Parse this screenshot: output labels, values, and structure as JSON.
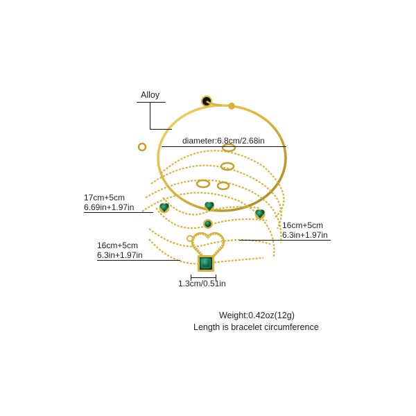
{
  "image": {
    "subject": "bracelet-set",
    "colors": {
      "gold": "#d9b23c",
      "gold_dark": "#b8901f",
      "emerald": "#0d6b4a",
      "line": "#111111",
      "background": "#ffffff"
    }
  },
  "labels": {
    "material": "Alloy",
    "diameter": "diameter:6.8cm/2.68in",
    "left_top": {
      "line1": "17cm+5cm",
      "line2": "6.69in+1.97in"
    },
    "right": {
      "line1": "16cm+5cm",
      "line2": "6.3in+1.97in"
    },
    "left_bottom": {
      "line1": "16cm+5cm",
      "line2": "6.3in+1.97in"
    },
    "square_width": "1.3cm/0.51in"
  },
  "notes": {
    "weight": "Weight:0.42oz(12g)",
    "length": "Length is bracelet circumference"
  }
}
